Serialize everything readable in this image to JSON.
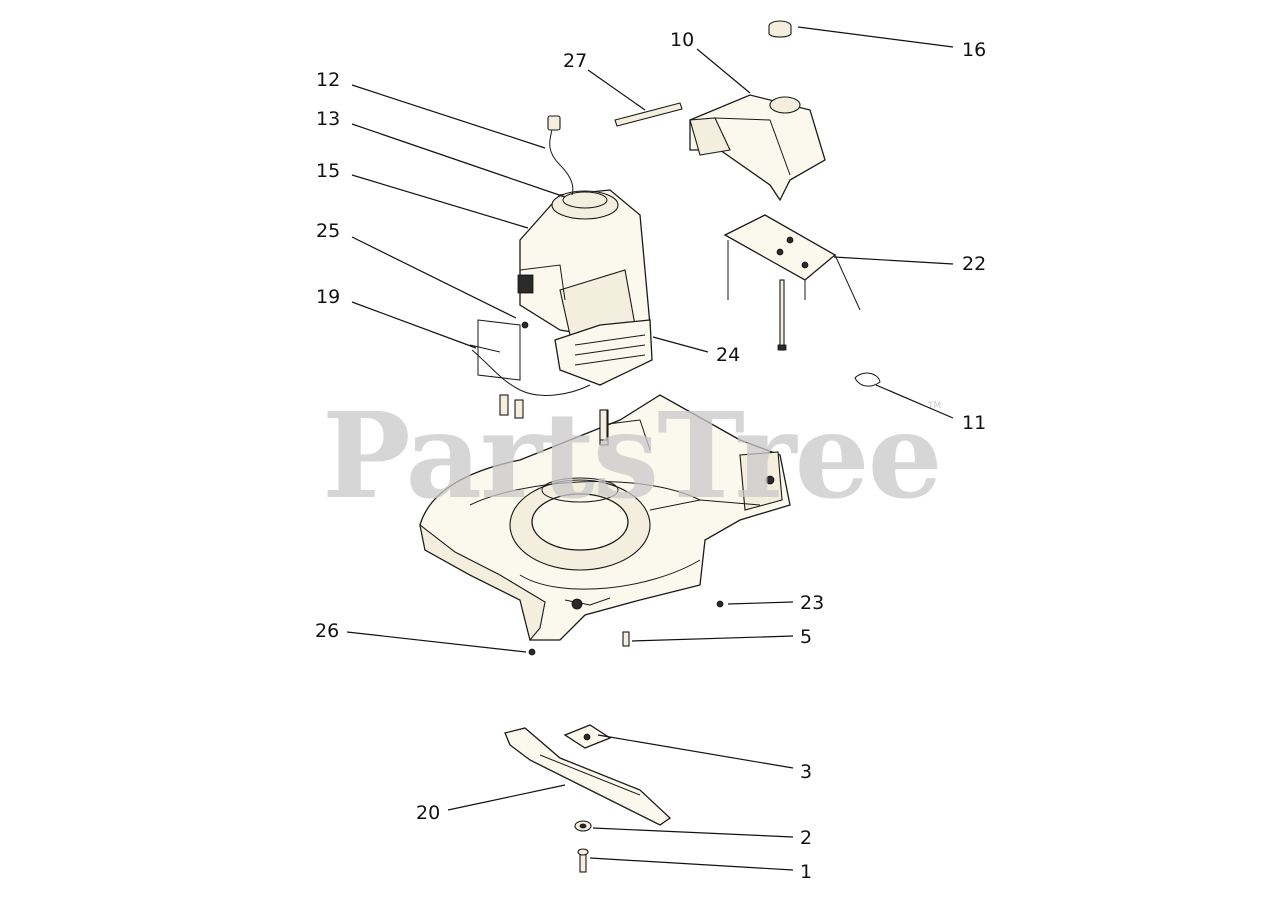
{
  "watermark": {
    "text": "PartsTree",
    "tm": "TM"
  },
  "parts": [
    {
      "id": "engine",
      "name": "Engine"
    },
    {
      "id": "deck",
      "name": "Deck"
    }
  ],
  "callouts": [
    {
      "key": "c1",
      "label": "1"
    },
    {
      "key": "c2",
      "label": "2"
    },
    {
      "key": "c3",
      "label": "3"
    },
    {
      "key": "c5",
      "label": "5"
    },
    {
      "key": "c10",
      "label": "10"
    },
    {
      "key": "c11",
      "label": "11"
    },
    {
      "key": "c12",
      "label": "12"
    },
    {
      "key": "c13",
      "label": "13"
    },
    {
      "key": "c15",
      "label": "15"
    },
    {
      "key": "c16",
      "label": "16"
    },
    {
      "key": "c19",
      "label": "19"
    },
    {
      "key": "c20",
      "label": "20"
    },
    {
      "key": "c22",
      "label": "22"
    },
    {
      "key": "c23",
      "label": "23"
    },
    {
      "key": "c24",
      "label": "24"
    },
    {
      "key": "c25",
      "label": "25"
    },
    {
      "key": "c26",
      "label": "26"
    },
    {
      "key": "c27",
      "label": "27"
    }
  ]
}
